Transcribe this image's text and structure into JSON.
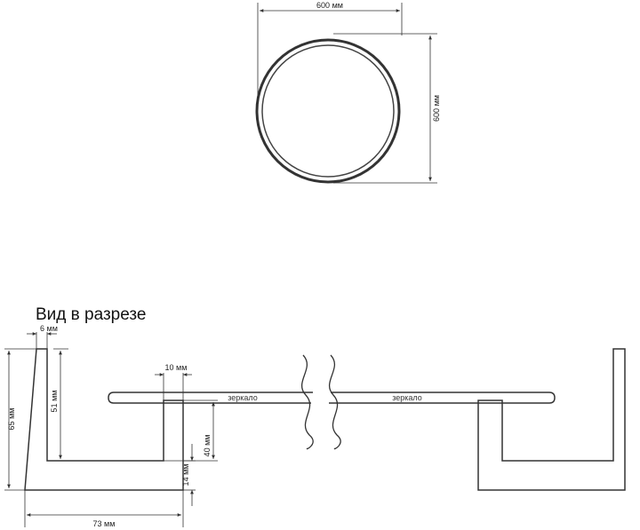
{
  "top_view": {
    "width_label": "600 мм",
    "height_label": "600 мм"
  },
  "section": {
    "title": "Вид в разрезе",
    "dims": {
      "thickness": "6 мм",
      "gap": "10 мм",
      "outer_height": "65 мм",
      "inner_height": "51 мм",
      "step_height": "40 мм",
      "base_thickness": "14 мм",
      "width": "73 мм"
    },
    "mirror_label_left": "зеркало",
    "mirror_label_right": "зеркало"
  }
}
